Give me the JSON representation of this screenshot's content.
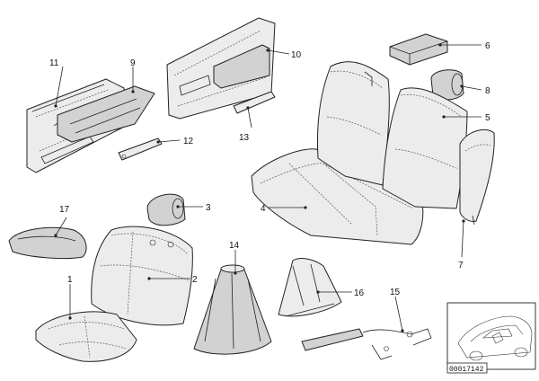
{
  "diagram": {
    "callouts": {
      "c1": "1",
      "c2": "2",
      "c3": "3",
      "c4": "4",
      "c5": "5",
      "c6": "6",
      "c7": "7",
      "c8": "8",
      "c9": "9",
      "c10": "10",
      "c11": "11",
      "c12": "12",
      "c13": "13",
      "c14": "14",
      "c15": "15",
      "c16": "16",
      "c17": "17"
    },
    "diagram_id": "00017142"
  }
}
